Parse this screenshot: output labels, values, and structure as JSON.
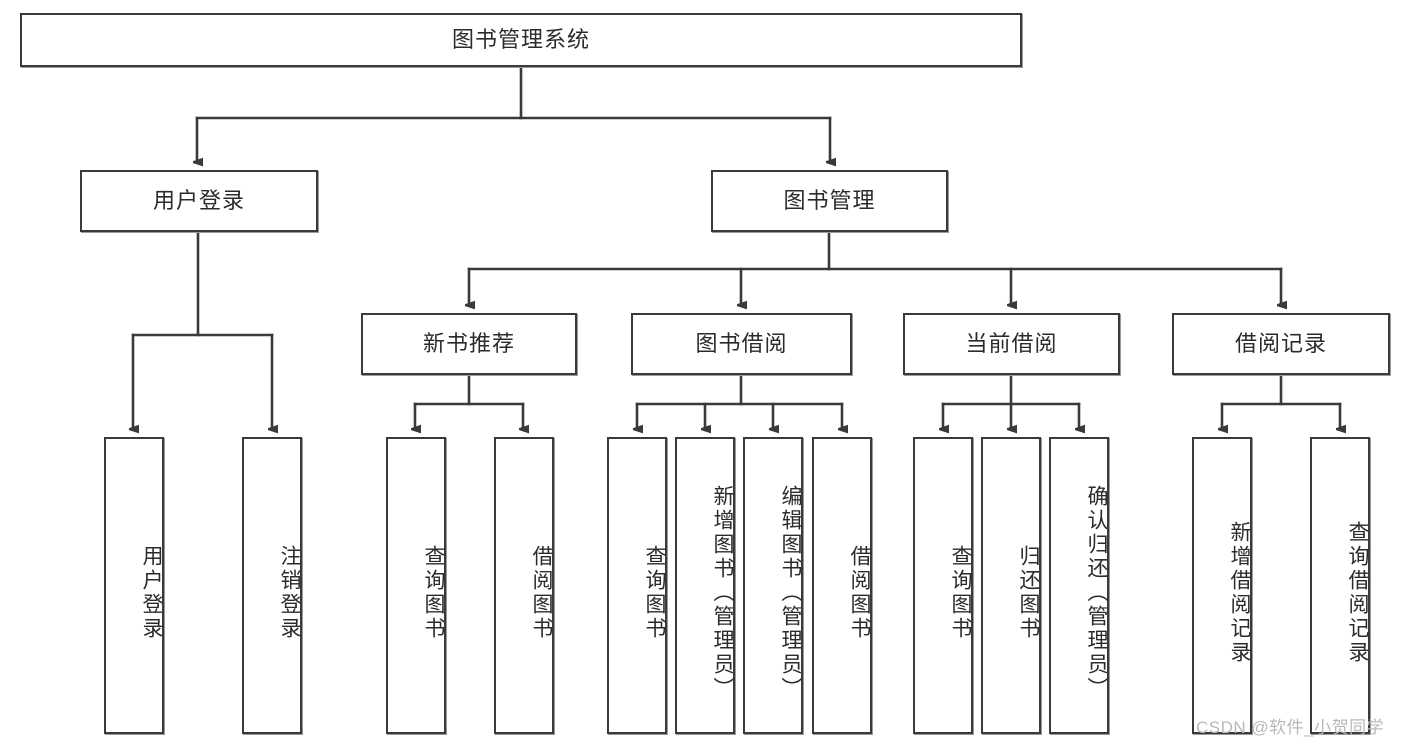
{
  "diagram": {
    "title": "图书管理系统",
    "type": "tree-hierarchy-chart",
    "watermark": "CSDN @软件_小贺同学",
    "colors": {
      "box_border": "#3a3a3a",
      "box_fill": "#ffffff",
      "connector": "#3a3a3a",
      "text": "#2b2b2b",
      "watermark": "#b9b9b9",
      "background": "#ffffff"
    },
    "root": {
      "label": "图书管理系统"
    },
    "level2": [
      {
        "label": "用户登录"
      },
      {
        "label": "图书管理"
      }
    ],
    "level3": [
      {
        "label": "新书推荐"
      },
      {
        "label": "图书借阅"
      },
      {
        "label": "当前借阅"
      },
      {
        "label": "借阅记录"
      }
    ],
    "leaves": {
      "user_login": [
        {
          "label": "用户登录"
        },
        {
          "label": "注销登录"
        }
      ],
      "new_book_recommend": [
        {
          "label": "查询图书"
        },
        {
          "label": "借阅图书"
        }
      ],
      "book_borrow": [
        {
          "label": "查询图书"
        },
        {
          "label": "新增图书（管理员）"
        },
        {
          "label": "编辑图书（管理员）"
        },
        {
          "label": "借阅图书"
        }
      ],
      "current_borrow": [
        {
          "label": "查询图书"
        },
        {
          "label": "归还图书"
        },
        {
          "label": "确认归还（管理员）"
        }
      ],
      "borrow_record": [
        {
          "label": "新增借阅记录"
        },
        {
          "label": "查询借阅记录"
        }
      ]
    }
  }
}
